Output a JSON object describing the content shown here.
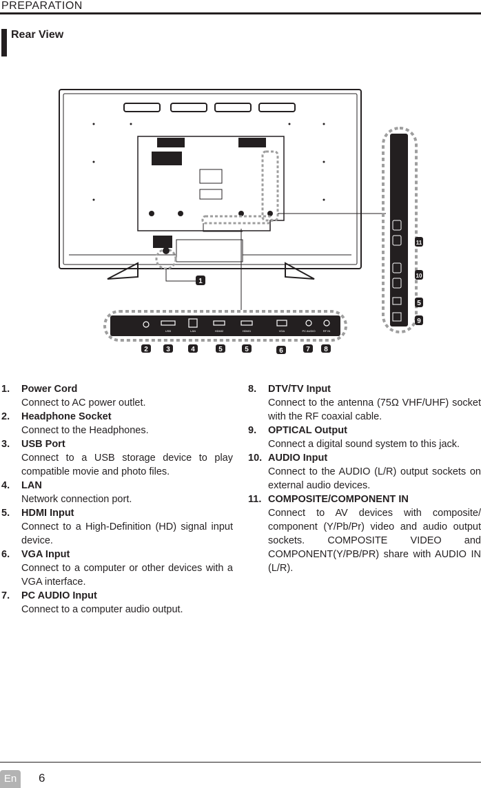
{
  "header": {
    "title": "PREPARATION"
  },
  "section": {
    "title": "Rear View"
  },
  "diagram": {
    "callouts": [
      "1",
      "2",
      "3",
      "4",
      "5",
      "5",
      "6",
      "7",
      "8",
      "9",
      "10",
      "11"
    ],
    "port_labels": [
      "USB",
      "LAN",
      "HDMI2",
      "HDMI1",
      "VGA",
      "PC AUDIO",
      "RF IN"
    ]
  },
  "items": [
    {
      "num": "1.",
      "title": "Power Cord",
      "desc": "Connect to AC power outlet."
    },
    {
      "num": "2.",
      "title": "Headphone Socket",
      "desc": "Connect to the Headphones."
    },
    {
      "num": "3.",
      "title": "USB Port",
      "desc": "Connect to a USB storage device to play compatible movie and photo files."
    },
    {
      "num": "4.",
      "title": "LAN",
      "desc": "Network connection port."
    },
    {
      "num": "5.",
      "title": "HDMI Input",
      "desc": "Connect to a High-Definition (HD) signal input device."
    },
    {
      "num": "6.",
      "title": "VGA Input",
      "desc": "Connect to a computer or other devices with a VGA interface."
    },
    {
      "num": "7.",
      "title": "PC AUDIO Input",
      "desc": "Connect to a computer audio output."
    },
    {
      "num": "8.",
      "title": "DTV/TV Input",
      "desc": "Connect to the antenna (75Ω VHF/UHF) socket with the RF coaxial cable."
    },
    {
      "num": "9.",
      "title": "OPTICAL Output",
      "desc": "Connect a digital sound system to this jack."
    },
    {
      "num": "10.",
      "title": "AUDIO Input",
      "desc": "Connect to the AUDIO (L/R) output sockets on external audio devices."
    },
    {
      "num": "11.",
      "title": "COMPOSITE/COMPONENT IN",
      "desc": "Connect to AV devices with composite/ component (Y/Pb/Pr) video and audio output sockets. COMPOSITE VIDEO and COMPONENT(Y/PB/PR) share with  AUDIO IN (L/R)."
    }
  ],
  "footer": {
    "lang": "En",
    "page": "6"
  }
}
